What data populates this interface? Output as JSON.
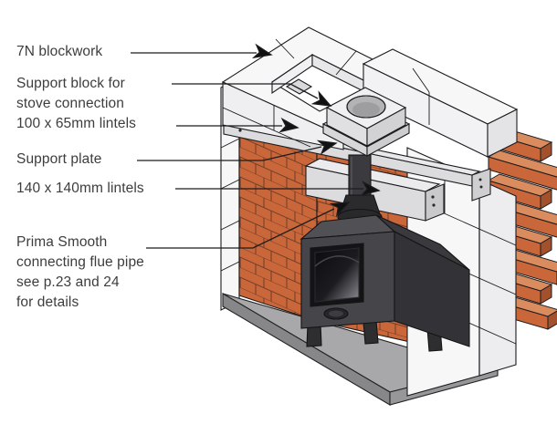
{
  "figure": {
    "type": "technical-diagram",
    "subject": "Stove fireplace chamber installation cutaway (isometric)",
    "labels": [
      {
        "id": "blockwork",
        "lines": [
          "7N blockwork"
        ]
      },
      {
        "id": "support-block",
        "lines": [
          "Support block for",
          "stove connection",
          "100 x 65mm lintels"
        ]
      },
      {
        "id": "support-plate",
        "lines": [
          "Support plate"
        ]
      },
      {
        "id": "lintels-140",
        "lines": [
          "140 x 140mm lintels"
        ]
      },
      {
        "id": "flue-pipe",
        "lines": [
          "Prima Smooth",
          "connecting flue pipe",
          "see p.23 and 24",
          "for details"
        ]
      }
    ],
    "colors": {
      "text": "#3d3d3f",
      "line": "#1c1c1e",
      "brick_face": "#c9663a",
      "brick_top": "#db8c5e",
      "brick_side": "#a3502c",
      "block_white": "#f7f7f8",
      "block_shade": "#ededef",
      "lintel_grey": "#dcdcde",
      "lintel_shade": "#c9c9cb",
      "hearth_top": "#a8a8aa",
      "hearth_edge": "#87878a",
      "stove_body": "#46464a",
      "stove_side": "#333337",
      "glass_dark": "#0e0e10"
    }
  }
}
